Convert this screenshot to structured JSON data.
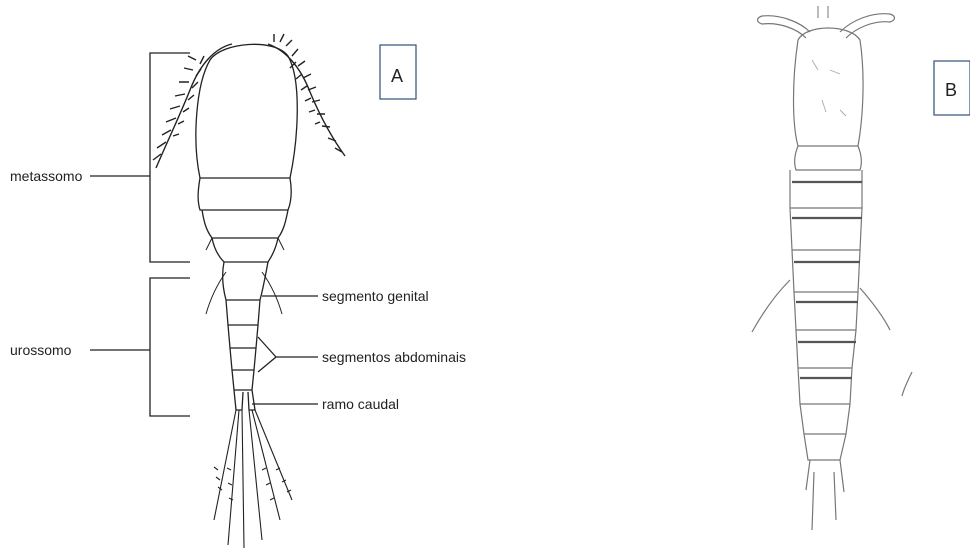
{
  "panel_a": {
    "tag": "A",
    "labels": {
      "metassomo": "metassomo",
      "urossomo": "urossomo",
      "segmento_genital": "segmento genital",
      "segmentos_abdominais": "segmentos abdominais",
      "ramo_caudal": "ramo caudal"
    }
  },
  "panel_b": {
    "tag": "B"
  }
}
